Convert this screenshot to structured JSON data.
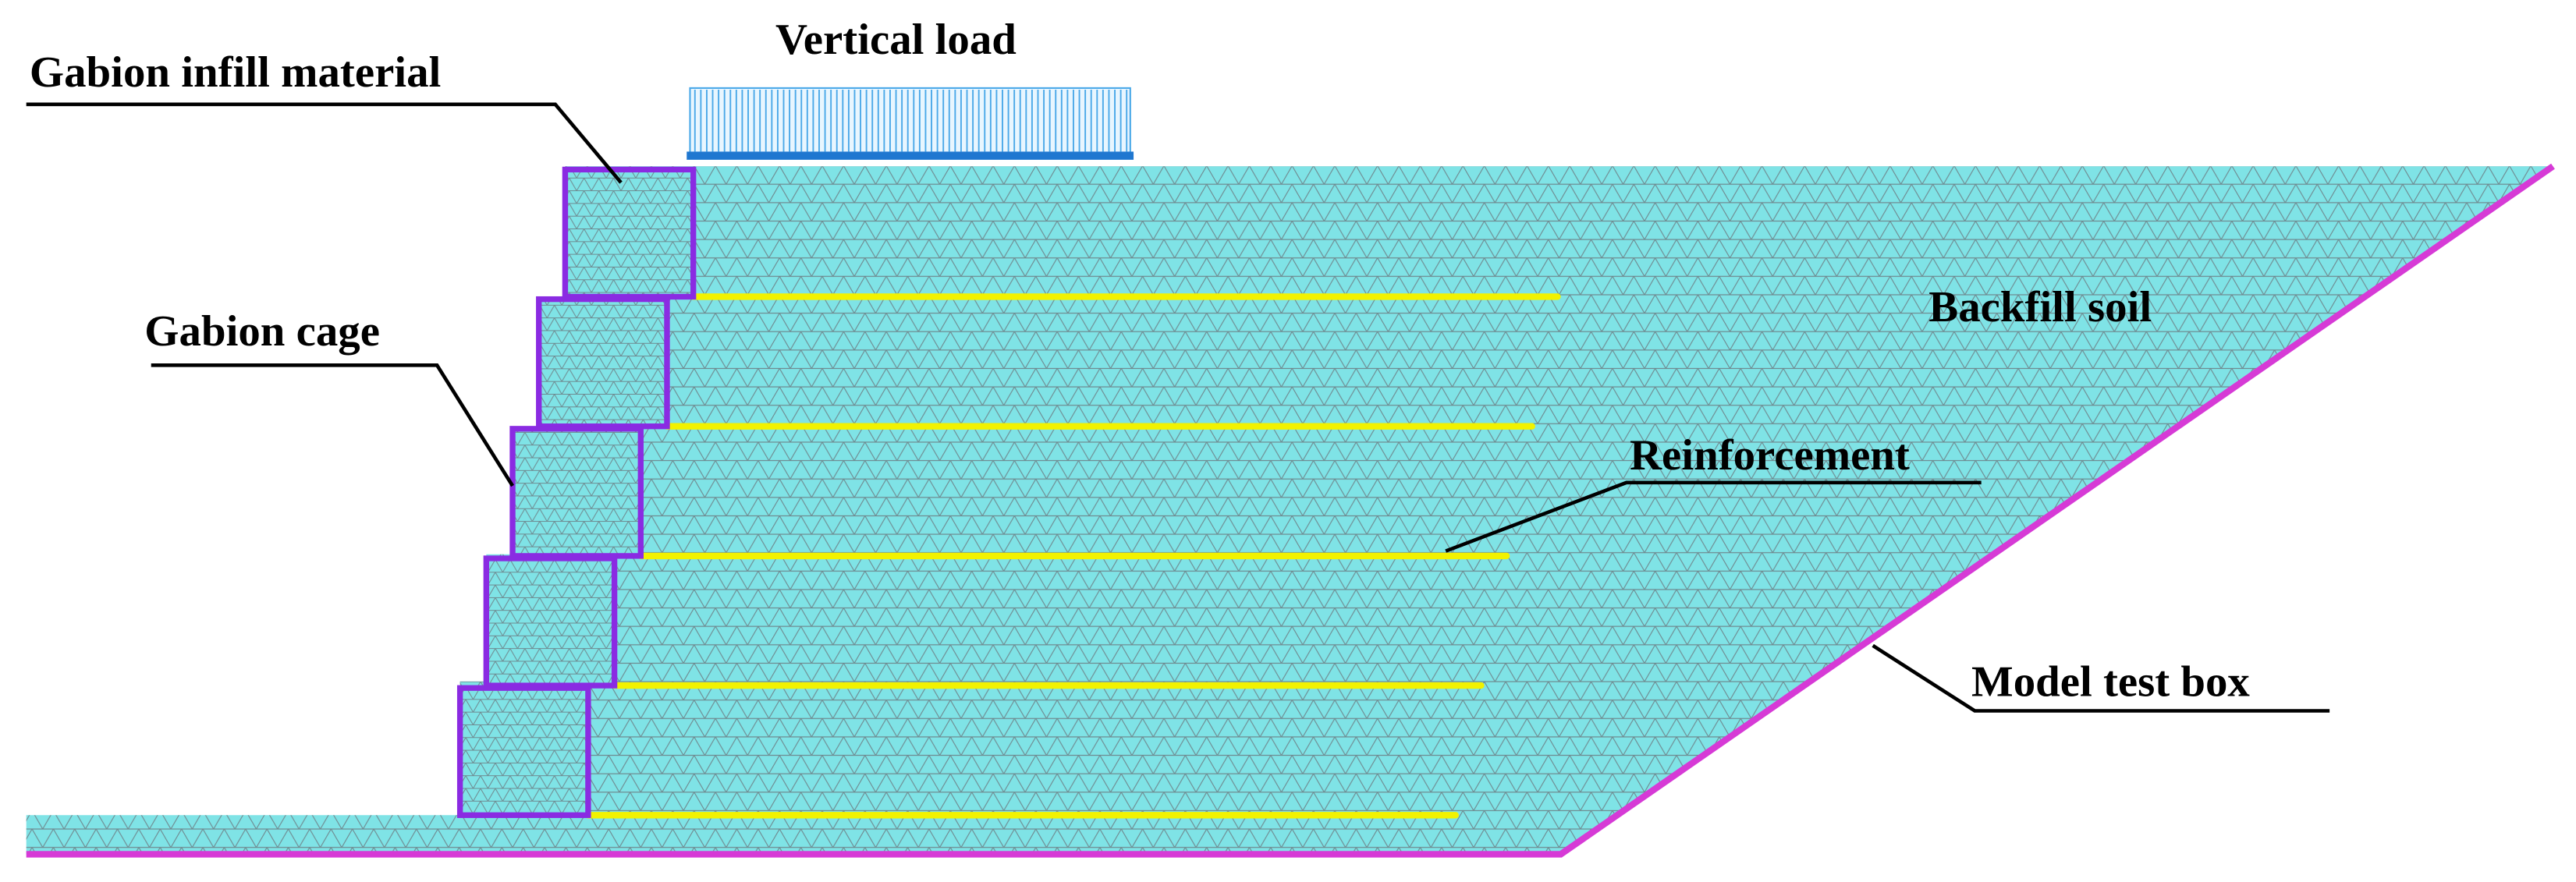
{
  "labels": {
    "vertical_load": "Vertical load",
    "gabion_infill_material": "Gabion infill material",
    "gabion_cage": "Gabion cage",
    "backfill_soil": "Backfill soil",
    "reinforcement": "Reinforcement",
    "model_test_box": "Model test box"
  },
  "colors": {
    "soil_mesh_fill": "#7fe3e6",
    "mesh_line": "#6f8a90",
    "gabion_cage": "#8a2be2",
    "reinforcement": "#f2f200",
    "test_box": "#d63ad6",
    "load_arrows": "#4aa8e8",
    "load_base": "#1f77d0",
    "leader_line": "#000000"
  },
  "counts": {
    "gabion_units": 5,
    "reinforcement_layers": 5
  }
}
